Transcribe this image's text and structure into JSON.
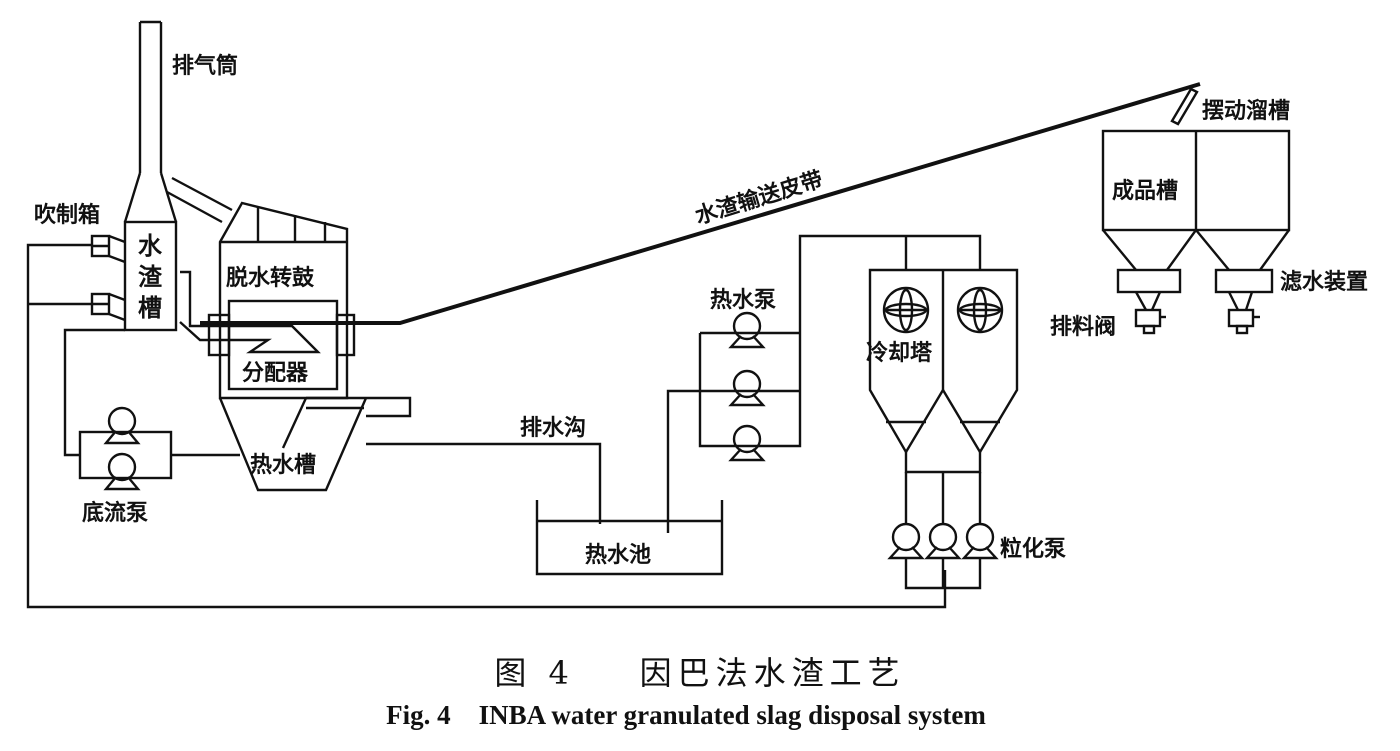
{
  "labels": {
    "exhaust_stack": "排气筒",
    "blow_box": "吹制箱",
    "slag_tank_chars": [
      "水",
      "渣",
      "槽"
    ],
    "dewatering_drum": "脱水转鼓",
    "distributor": "分配器",
    "hot_water_tank": "热水槽",
    "underflow_pump": "底流泵",
    "conveyor_belt": "水渣输送皮带",
    "swing_chute": "摆动溜槽",
    "product_tank": "成品槽",
    "filter_device": "滤水装置",
    "discharge_valve": "排料阀",
    "hot_water_pump": "热水泵",
    "cooling_tower": "冷却塔",
    "drain_ditch": "排水沟",
    "hot_water_pool": "热水池",
    "granulation_pump": "粒化泵"
  },
  "caption": {
    "cn_number": "图 4",
    "cn_title": "因巴法水渣工艺",
    "en_number": "Fig. 4",
    "en_title": "INBA water granulated slag disposal system"
  }
}
